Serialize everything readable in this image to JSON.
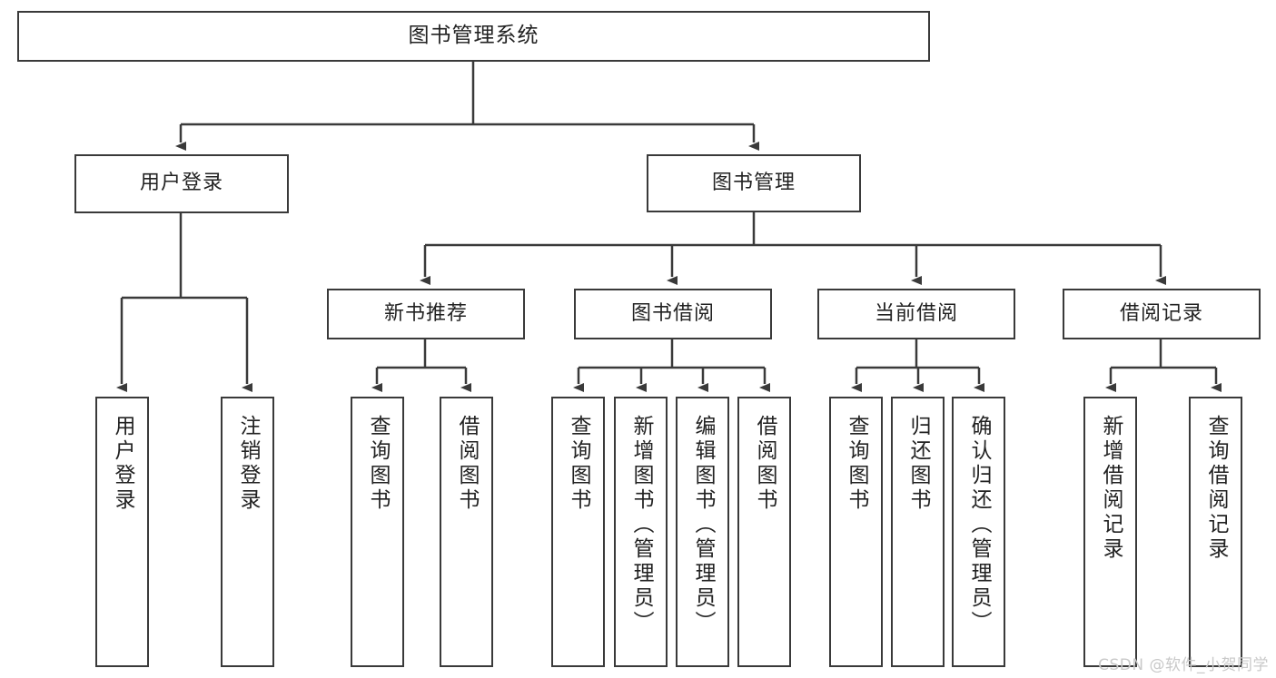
{
  "diagram": {
    "title": "图书管理系统",
    "type": "tree",
    "watermark": "CSDN @软件_小贺同学",
    "colors": {
      "stroke": "#3a3a3a",
      "fill": "#ffffff",
      "text": "#222222",
      "watermark": "#c9c9c9"
    },
    "root": {
      "label": "图书管理系统"
    },
    "level1": [
      {
        "label": "用户登录"
      },
      {
        "label": "图书管理"
      }
    ],
    "level2": [
      {
        "label": "新书推荐"
      },
      {
        "label": "图书借阅"
      },
      {
        "label": "当前借阅"
      },
      {
        "label": "借阅记录"
      }
    ],
    "leaves": {
      "user_login": [
        {
          "label": "用户登录"
        },
        {
          "label": "注销登录"
        }
      ],
      "new_book": [
        {
          "label": "查询图书"
        },
        {
          "label": "借阅图书"
        }
      ],
      "book_borrow": [
        {
          "label": "查询图书"
        },
        {
          "label": "新增图书（管理员）"
        },
        {
          "label": "编辑图书（管理员）"
        },
        {
          "label": "借阅图书"
        }
      ],
      "current_borrow": [
        {
          "label": "查询图书"
        },
        {
          "label": "归还图书"
        },
        {
          "label": "确认归还（管理员）"
        }
      ],
      "borrow_record": [
        {
          "label": "新增借阅记录"
        },
        {
          "label": "查询借阅记录"
        }
      ]
    }
  }
}
